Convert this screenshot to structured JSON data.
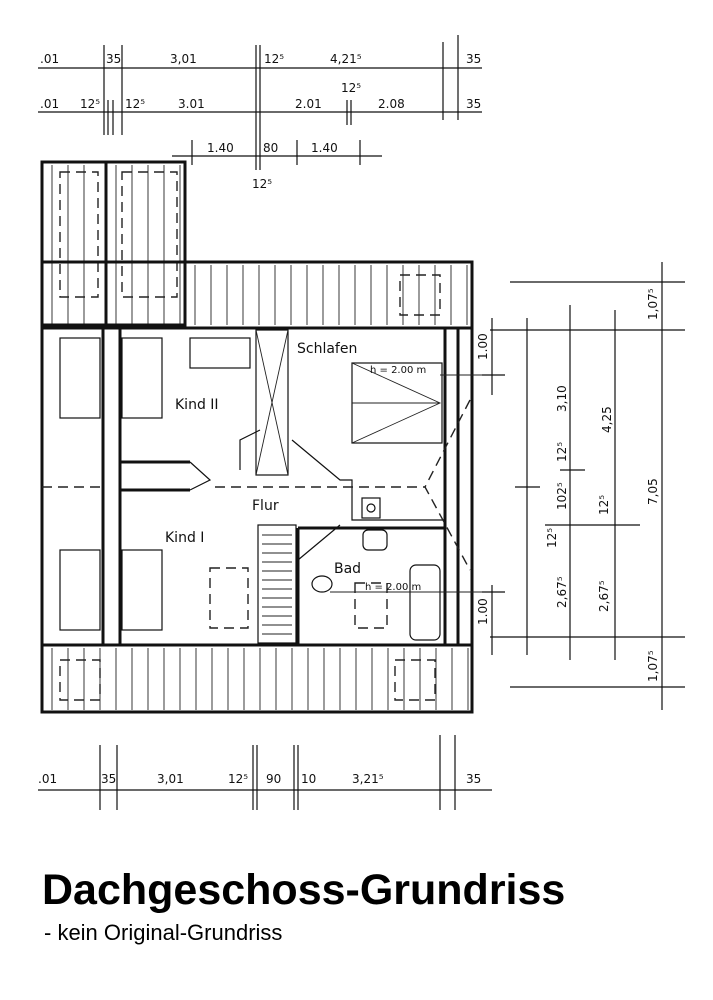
{
  "title": "Dachgeschoss-Grundriss",
  "subtitle": "- kein Original-Grundriss",
  "rooms": {
    "schlafen": "Schlafen",
    "kind2": "Kind II",
    "kind1": "Kind I",
    "flur": "Flur",
    "bad": "Bad",
    "height_schlafen": "h = 2.00 m",
    "height_bad": "h = 2.00 m"
  },
  "dims_top_row1": [
    ".01",
    "35",
    "3,01",
    "12⁵",
    "4,21⁵",
    "35"
  ],
  "dims_top_row2": [
    ".01",
    "12⁵",
    "12⁵",
    "3.01",
    "2.01",
    "12⁵",
    "2.08",
    "35"
  ],
  "dims_top_row3": [
    "1.40",
    "80",
    "1.40",
    "12⁵"
  ],
  "dims_bottom": [
    ".01",
    "35",
    "3,01",
    "12⁵",
    "90",
    "10",
    "3,21⁵",
    "35"
  ],
  "dims_right": {
    "col1": [
      "1.00",
      "1.00"
    ],
    "col2": [
      "3,10",
      "12⁵",
      "102⁵",
      "12⁵",
      "2,67⁵"
    ],
    "col3": [
      "4,25",
      "12⁵",
      "2,67⁵"
    ],
    "col4": [
      "1,07⁵",
      "7,05",
      "1,07⁵"
    ]
  }
}
